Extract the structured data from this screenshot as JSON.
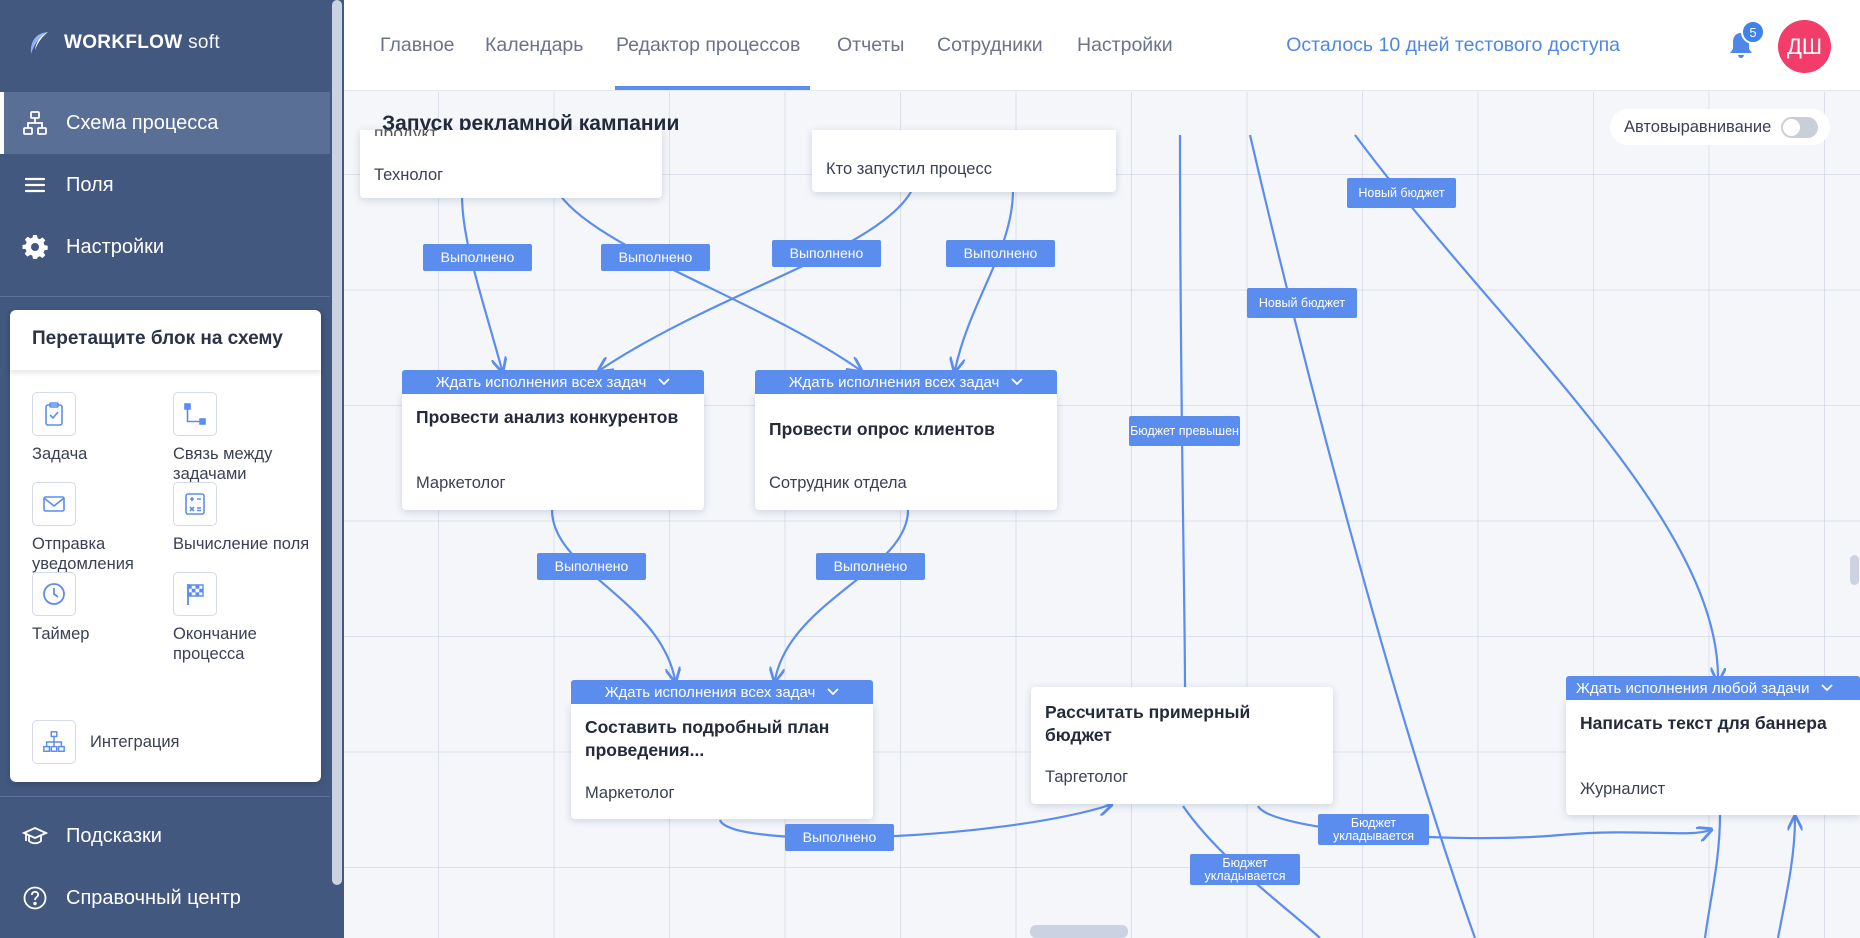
{
  "brand": {
    "name_bold": "WORKFLOW",
    "name_light": "soft"
  },
  "sidebar": {
    "nav": [
      {
        "label": "Схема процесса",
        "icon": "hierarchy-icon",
        "active": true
      },
      {
        "label": "Поля",
        "icon": "menu-lines-icon",
        "active": false
      },
      {
        "label": "Настройки",
        "icon": "gear-icon",
        "active": false
      }
    ],
    "palette": {
      "title": "Перетащите блок на схему",
      "items": [
        {
          "label": "Задача",
          "icon": "clipboard-check-icon"
        },
        {
          "label": "Связь между задачами",
          "icon": "connector-icon"
        },
        {
          "label": "Отправка уведомления",
          "icon": "envelope-icon"
        },
        {
          "label": "Вычисление поля",
          "icon": "calculator-icon"
        },
        {
          "label": "Таймер",
          "icon": "clock-icon"
        },
        {
          "label": "Окончание процесса",
          "icon": "finish-flag-icon"
        },
        {
          "label": "Интеграция",
          "icon": "integration-icon"
        }
      ]
    },
    "bottom": [
      {
        "label": "Подсказки",
        "icon": "graduation-cap-icon"
      },
      {
        "label": "Справочный центр",
        "icon": "question-circle-icon"
      }
    ]
  },
  "topnav": {
    "tabs": [
      {
        "label": "Главное",
        "active": false
      },
      {
        "label": "Календарь",
        "active": false
      },
      {
        "label": "Редактор процессов",
        "active": true
      },
      {
        "label": "Отчеты",
        "active": false
      },
      {
        "label": "Сотрудники",
        "active": false
      },
      {
        "label": "Настройки",
        "active": false
      }
    ],
    "trial_text": "Осталось 10 дней тестового доступа",
    "notifications_count": "5",
    "avatar_initials": "ДШ"
  },
  "editor": {
    "process_title": "Запуск рекламной кампании",
    "autoalign_label": "Автовыравнивание",
    "autoalign_on": false
  },
  "nodes": [
    {
      "title": "продукт",
      "role": "Технолог",
      "header": ""
    },
    {
      "title": "",
      "role": "Кто запустил процесс",
      "header": ""
    },
    {
      "title": "Провести анализ конкурентов",
      "role": "Маркетолог",
      "header": "Ждать исполнения всех задач"
    },
    {
      "title": "Провести опрос клиентов",
      "role": "Сотрудник отдела",
      "header": "Ждать исполнения всех задач"
    },
    {
      "title": "Составить подробный план проведения...",
      "role": "Маркетолог",
      "header": "Ждать исполнения всех задач"
    },
    {
      "title": "Рассчитать примерный бюджет",
      "role": "Таргетолог",
      "header": ""
    },
    {
      "title": "Написать текст для баннера",
      "role": "Журналист",
      "header": "Ждать исполнения любой задачи"
    }
  ],
  "edge_labels": {
    "done": "Выполнено",
    "new_budget": "Новый бюджет",
    "budget_exceeded": "Бюджет превышен",
    "budget_fits": "Бюджет укладывается"
  },
  "colors": {
    "sidebar": "#43587e",
    "accent": "#5b8def",
    "avatar": "#f23c6a",
    "link": "#4f87e6"
  }
}
